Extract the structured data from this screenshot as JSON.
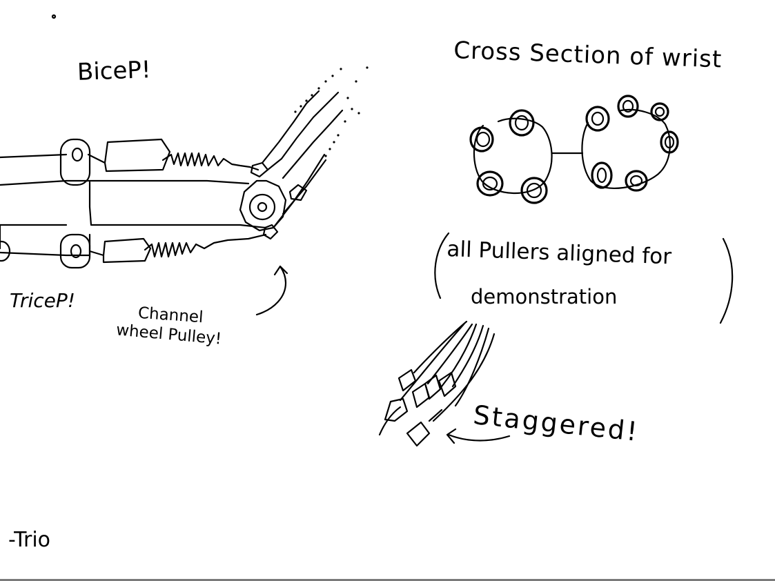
{
  "labels": {
    "bicep": "BiceP!",
    "tricep": "TriceP!",
    "channel_line1": "Channel",
    "channel_line2": "wheel Pulley!",
    "cross_section": "Cross Section of wrist",
    "aligned_line1": "all Pullers aligned for",
    "aligned_line2": "demonstration",
    "staggered": "Staggered!",
    "signature": "-Trio"
  },
  "colors": {
    "ink": "#000000",
    "background": "#ffffff",
    "bottom_rule": "#7a7a7a"
  }
}
